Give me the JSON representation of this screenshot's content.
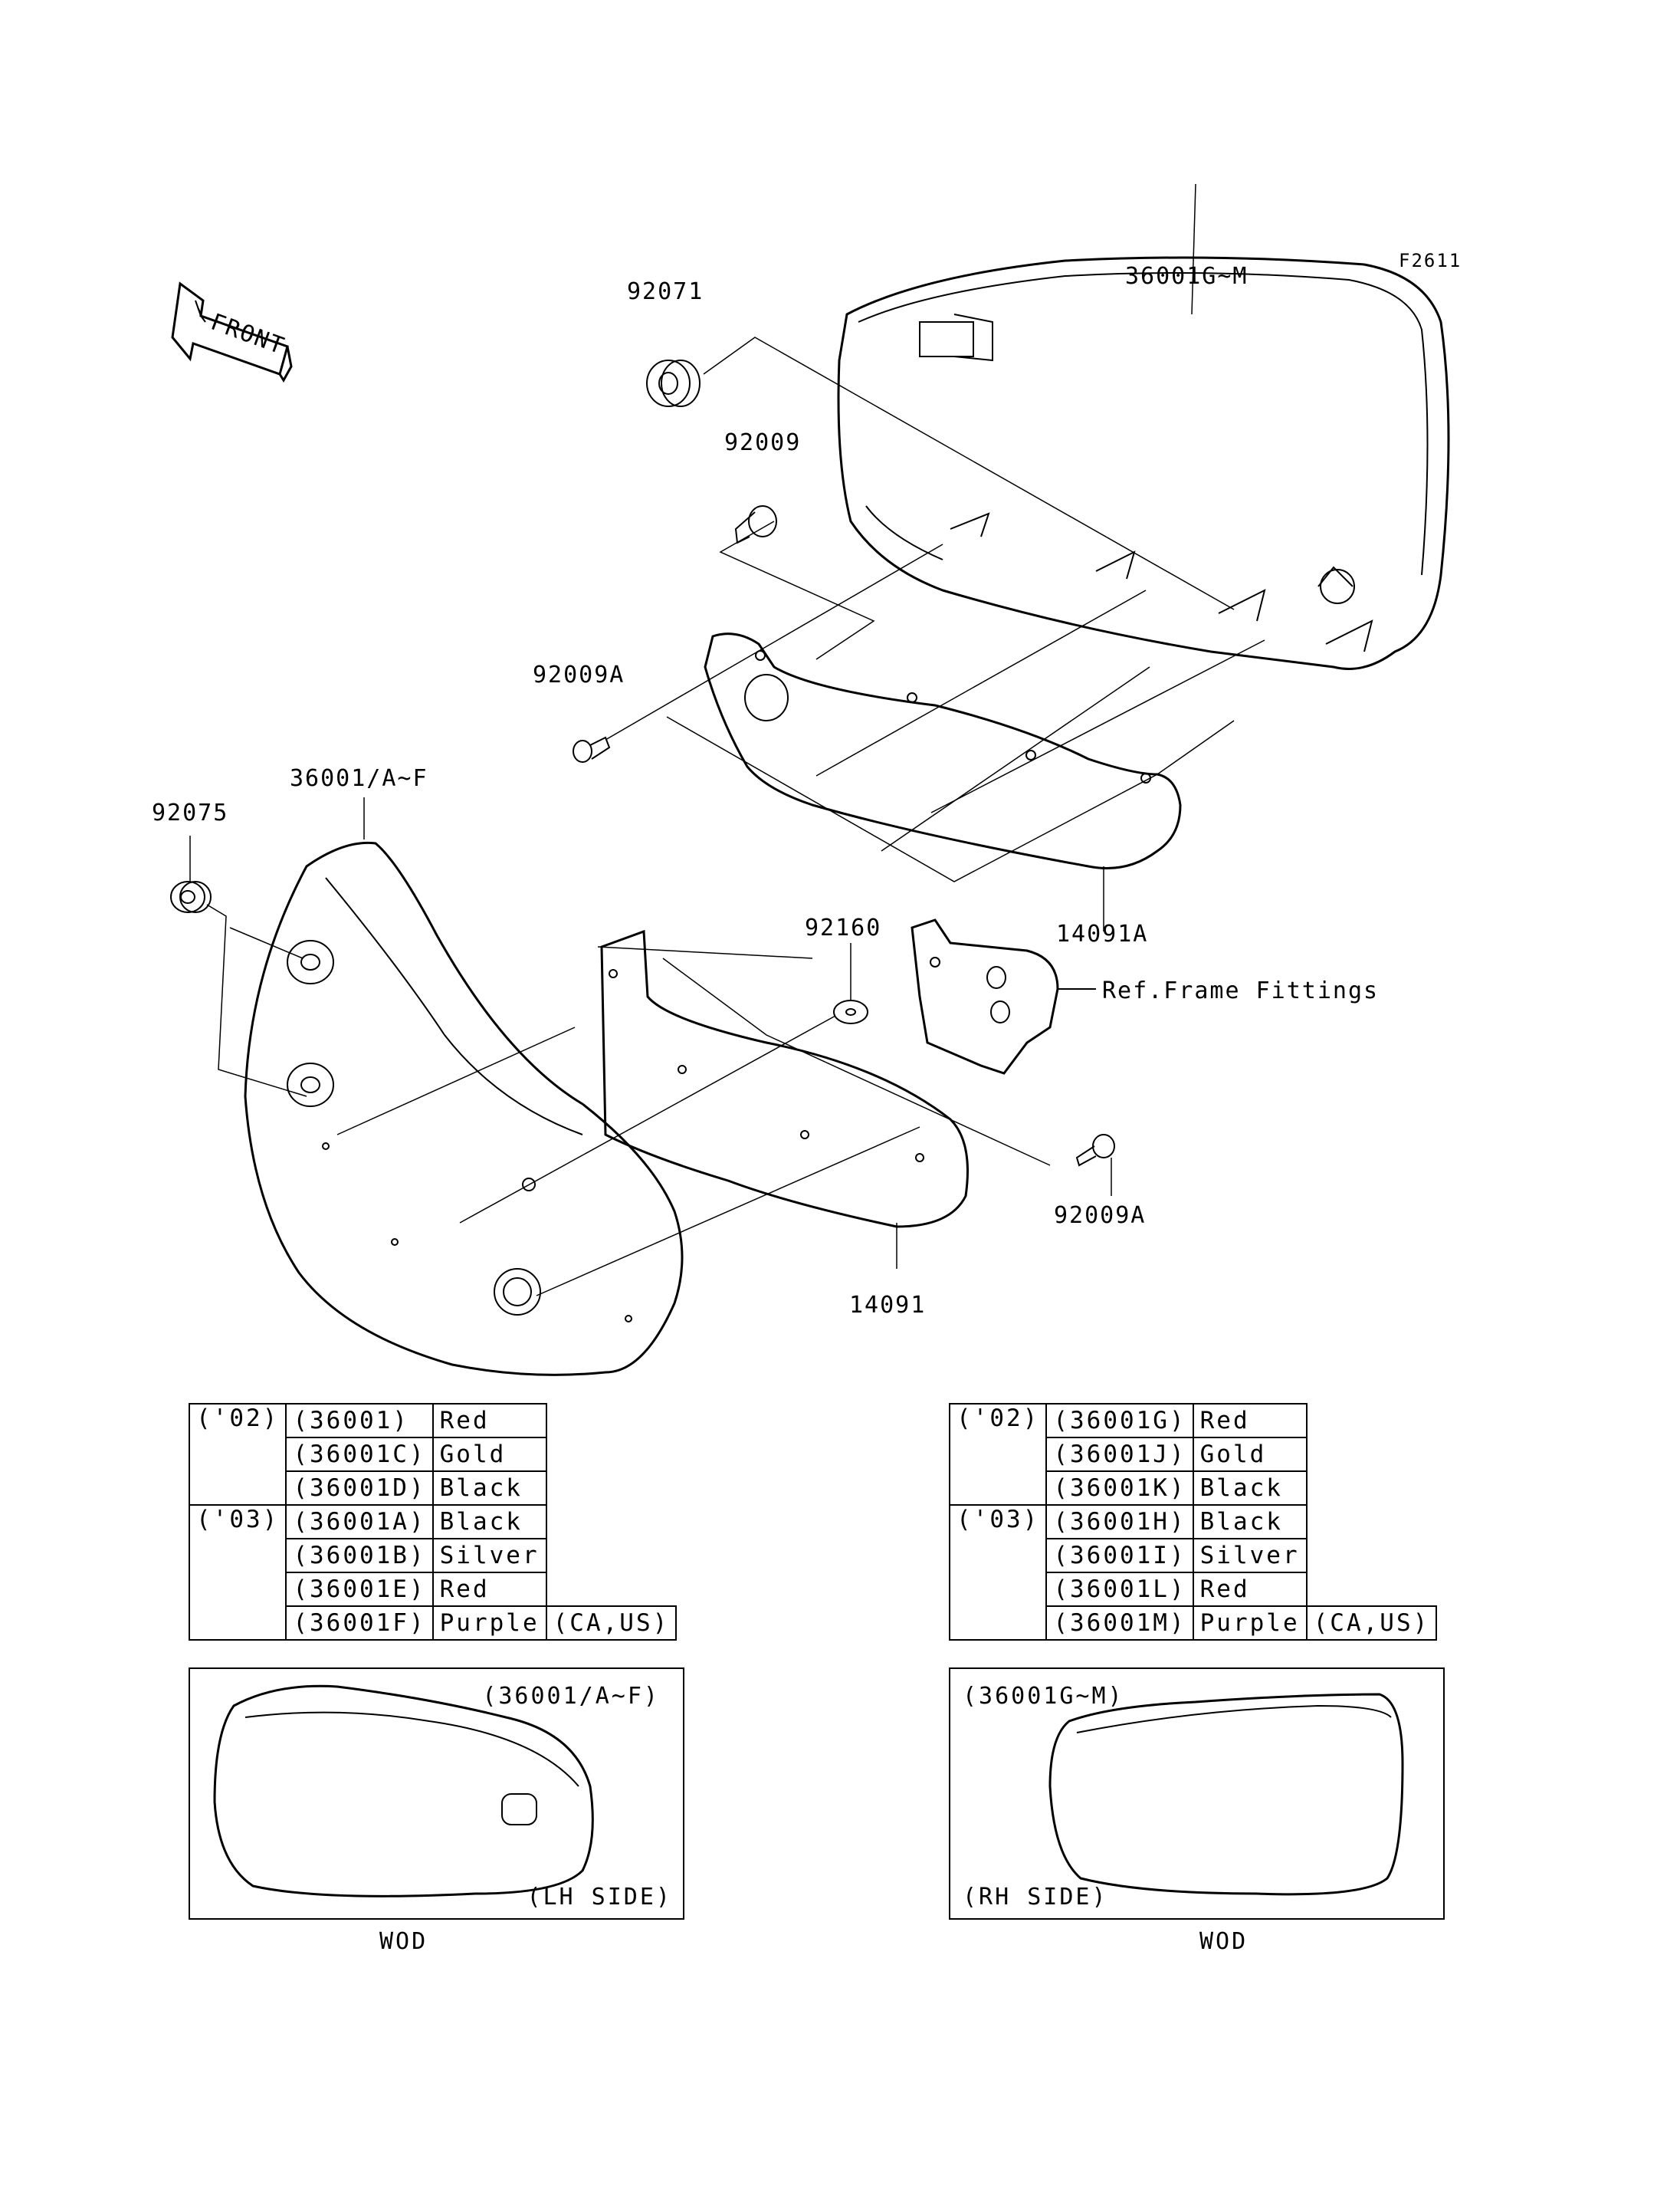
{
  "figure_code": "F2611",
  "front_label": "FRONT",
  "callouts": {
    "p36001GM": "36001G~M",
    "p92071": "92071",
    "p92009": "92009",
    "p92009A_top": "92009A",
    "p36001AF": "36001/A~F",
    "p92075": "92075",
    "p92160": "92160",
    "p14091A": "14091A",
    "ref_frame": "Ref.Frame Fittings",
    "p92009A_bottom": "92009A",
    "p14091": "14091"
  },
  "left_table": {
    "rows": [
      {
        "year": "('02)",
        "code": "(36001)",
        "color": "Red",
        "note": ""
      },
      {
        "year": "",
        "code": "(36001C)",
        "color": "Gold",
        "note": ""
      },
      {
        "year": "",
        "code": "(36001D)",
        "color": "Black",
        "note": ""
      },
      {
        "year": "('03)",
        "code": "(36001A)",
        "color": "Black",
        "note": ""
      },
      {
        "year": "",
        "code": "(36001B)",
        "color": "Silver",
        "note": ""
      },
      {
        "year": "",
        "code": "(36001E)",
        "color": "Red",
        "note": ""
      },
      {
        "year": "",
        "code": "(36001F)",
        "color": "Purple",
        "note": "(CA,US)"
      }
    ]
  },
  "right_table": {
    "rows": [
      {
        "year": "('02)",
        "code": "(36001G)",
        "color": "Red",
        "note": ""
      },
      {
        "year": "",
        "code": "(36001J)",
        "color": "Gold",
        "note": ""
      },
      {
        "year": "",
        "code": "(36001K)",
        "color": "Black",
        "note": ""
      },
      {
        "year": "('03)",
        "code": "(36001H)",
        "color": "Black",
        "note": ""
      },
      {
        "year": "",
        "code": "(36001I)",
        "color": "Silver",
        "note": ""
      },
      {
        "year": "",
        "code": "(36001L)",
        "color": "Red",
        "note": ""
      },
      {
        "year": "",
        "code": "(36001M)",
        "color": "Purple",
        "note": "(CA,US)"
      }
    ]
  },
  "left_variant": {
    "part": "(36001/A~F)",
    "side": "(LH SIDE)",
    "caption": "WOD"
  },
  "right_variant": {
    "part": "(36001G~M)",
    "side": "(RH SIDE)",
    "caption": "WOD"
  }
}
